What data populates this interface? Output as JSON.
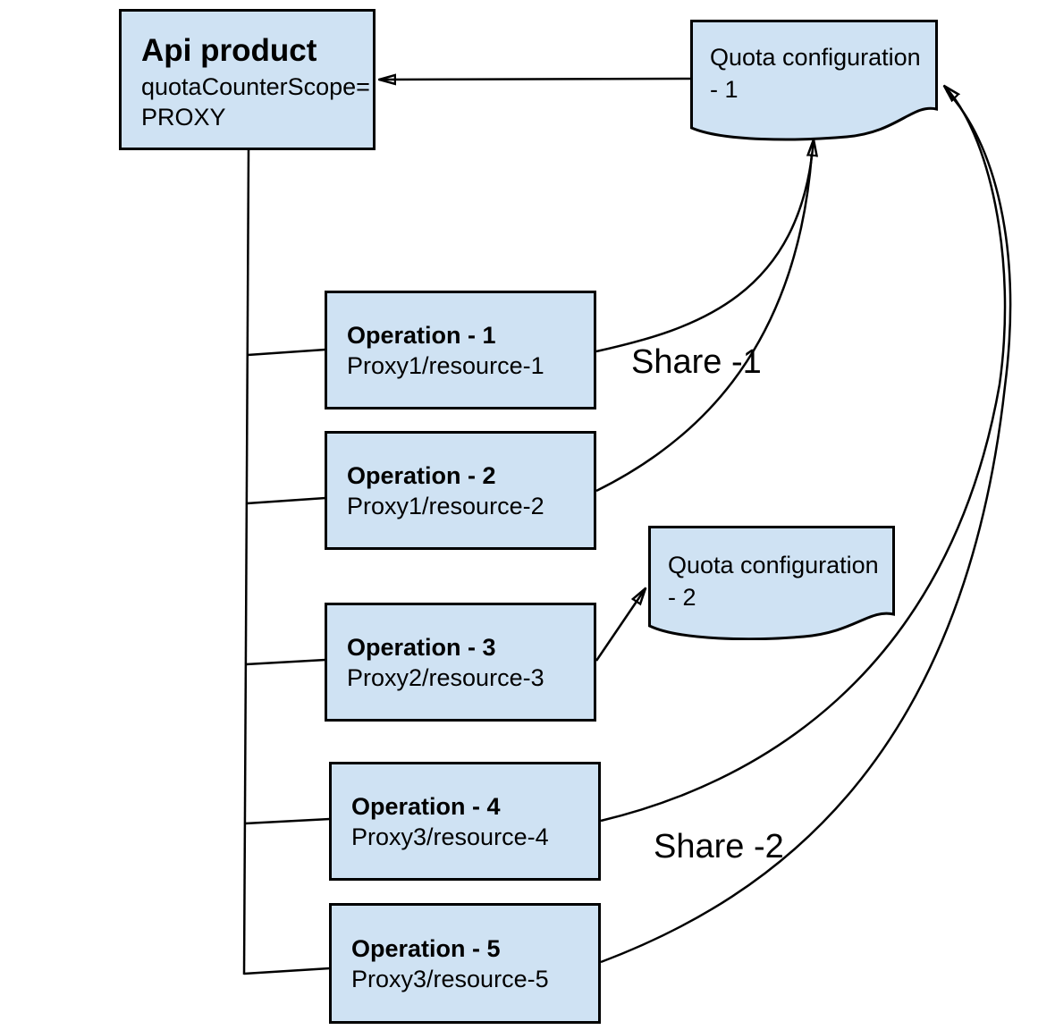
{
  "diagram": {
    "colors": {
      "background": "#ffffff",
      "box_fill": "#cfe2f3",
      "box_border": "#000000",
      "line": "#000000",
      "text": "#000000"
    },
    "api_product": {
      "title": "Api product",
      "scope_line1": "quotaCounterScope=",
      "scope_line2": "PROXY"
    },
    "quota_config_1": {
      "label": "Quota configuration - 1"
    },
    "quota_config_2": {
      "label": "Quota configuration - 2"
    },
    "operations": [
      {
        "title": "Operation - 1",
        "path": "Proxy1/resource-1"
      },
      {
        "title": "Operation - 2",
        "path": "Proxy1/resource-2"
      },
      {
        "title": "Operation - 3",
        "path": "Proxy2/resource-3"
      },
      {
        "title": "Operation - 4",
        "path": "Proxy3/resource-4"
      },
      {
        "title": "Operation - 5",
        "path": "Proxy3/resource-5"
      }
    ],
    "share_labels": {
      "share1": "Share -1",
      "share2": "Share -2"
    }
  }
}
